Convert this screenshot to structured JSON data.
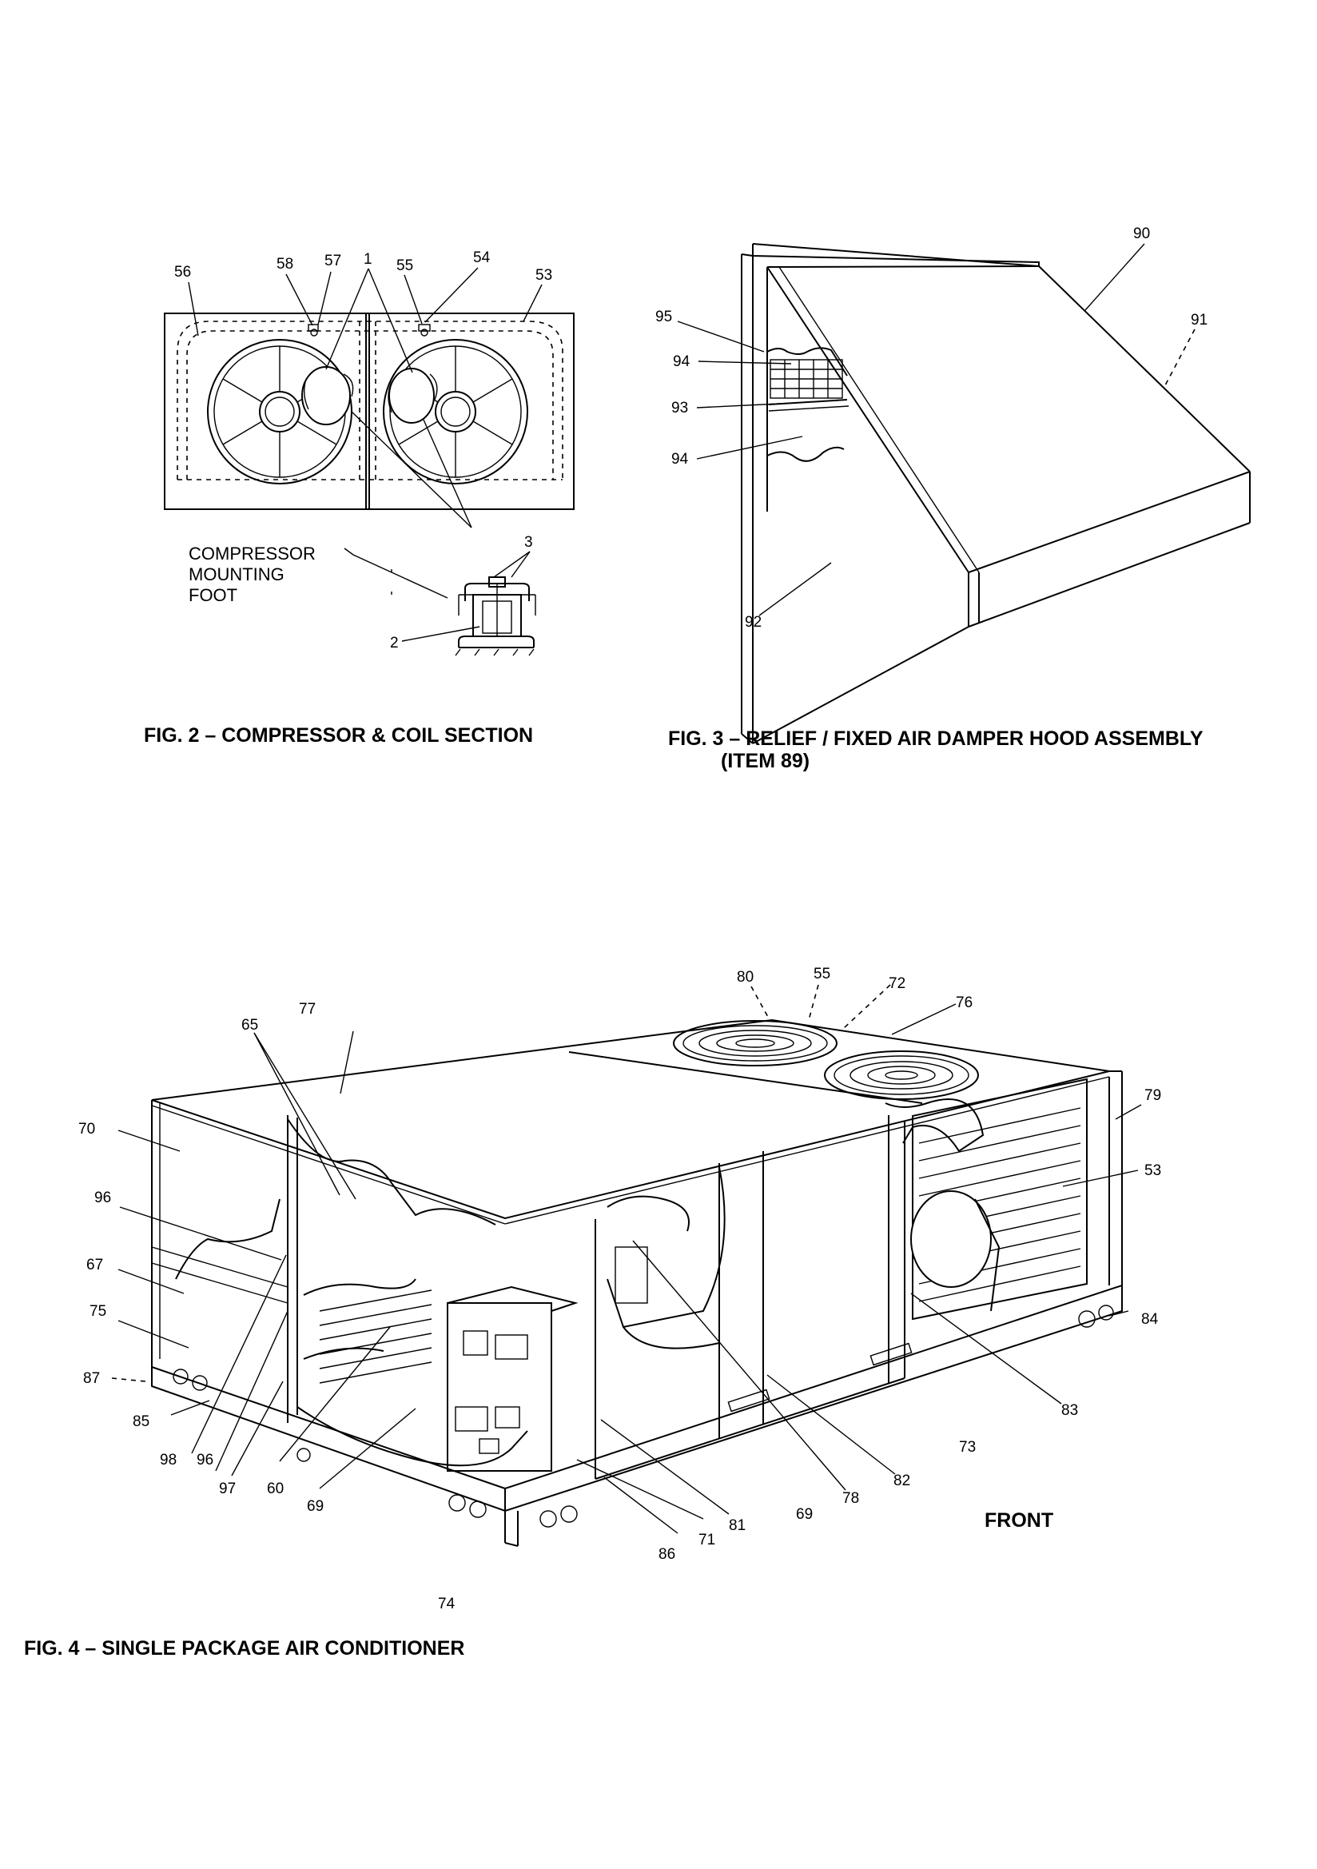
{
  "fig2": {
    "caption": "FIG. 2 – COMPRESSOR & COIL SECTION",
    "mount_label": [
      "COMPRESSOR",
      "MOUNTING",
      "FOOT"
    ],
    "callouts": [
      "56",
      "58",
      "57",
      "1",
      "55",
      "54",
      "53",
      "3",
      "2"
    ]
  },
  "fig3": {
    "caption_line1": "FIG. 3 – RELIEF / FIXED AIR DAMPER HOOD ASSEMBLY",
    "caption_line2": "(ITEM 89)",
    "callouts": [
      "90",
      "91",
      "95",
      "94",
      "93",
      "94",
      "92"
    ]
  },
  "fig4": {
    "caption": "FIG. 4 – SINGLE PACKAGE AIR CONDITIONER",
    "front_label": "FRONT",
    "callouts": [
      "80",
      "55",
      "72",
      "76",
      "77",
      "65",
      "79",
      "70",
      "53",
      "96",
      "67",
      "75",
      "84",
      "87",
      "85",
      "83",
      "98",
      "96",
      "97",
      "60",
      "69",
      "73",
      "82",
      "78",
      "69",
      "81",
      "71",
      "86",
      "74"
    ]
  }
}
